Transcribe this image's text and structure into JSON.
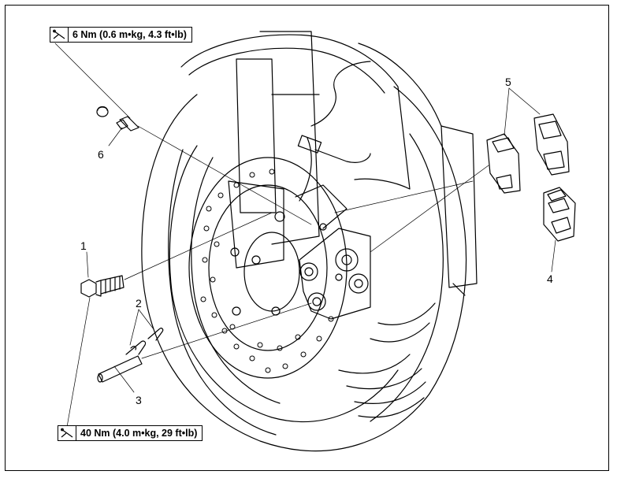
{
  "torque_specs": [
    {
      "label": "6 Nm (0.6 m•kg, 4.3 ft•lb)",
      "icon": "torque-wrench-icon"
    },
    {
      "label": "40 Nm (4.0 m•kg, 29 ft•lb)",
      "icon": "torque-wrench-icon"
    }
  ],
  "parts": {
    "p1": "1",
    "p2": "2",
    "p3": "3",
    "p4": "4",
    "p5": "5",
    "p6": "6"
  }
}
